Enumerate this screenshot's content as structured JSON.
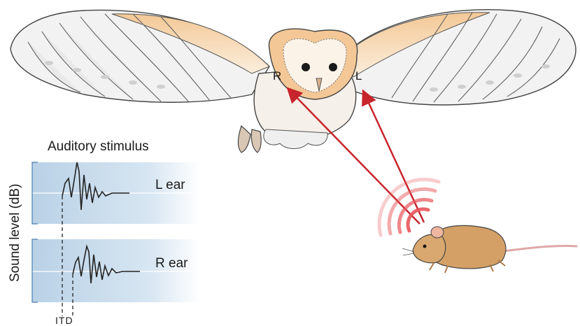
{
  "figure": {
    "stimulus_title": "Auditory stimulus",
    "y_axis_label": "Sound level (dB)",
    "left_ear_trace_label": "L ear",
    "right_ear_trace_label": "R ear",
    "owl_right_ear_marker": "R",
    "owl_left_ear_marker": "L",
    "interaural_delay_label": "ITD"
  },
  "colors": {
    "arrow": "#c8242c",
    "sound_wave": "#e8555a",
    "trace_band": "#cfe0ee",
    "owl_face": "#fbf3e8",
    "owl_body": "#f0c08a",
    "feather": "#e6e6e6",
    "mouse": "#d4a066"
  },
  "icons": [
    "owl-illustration",
    "mouse-illustration",
    "sound-wave-icon"
  ]
}
